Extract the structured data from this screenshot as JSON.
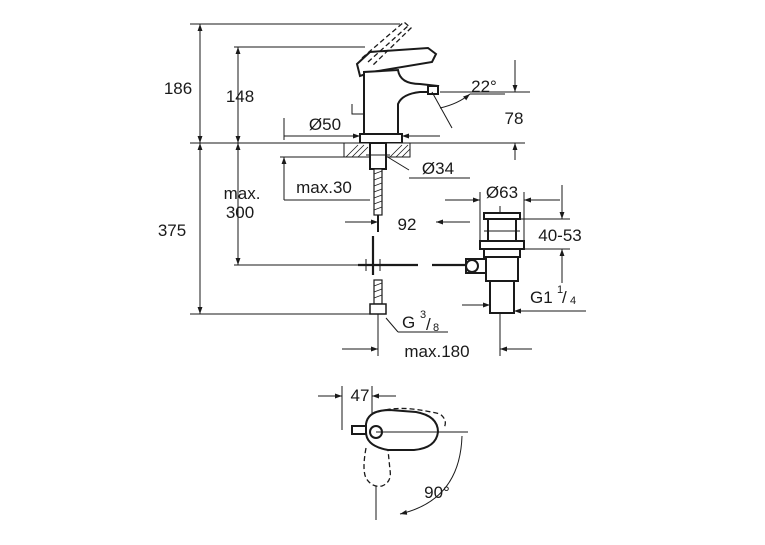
{
  "dimensions": {
    "d186": "186",
    "d148": "148",
    "d22": "22°",
    "d78": "78",
    "d50": "Ø50",
    "d34": "Ø34",
    "max_label": "max.",
    "d300": "300",
    "max30": "max.30",
    "d375": "375",
    "d92": "92",
    "d63": "Ø63",
    "d4053": "40-53",
    "g114_main": "G1",
    "g114_num": "1",
    "g114_den": "4",
    "g38_main": "G",
    "g38_num": "3",
    "g38_den": "8",
    "max180": "max.180",
    "d47": "47",
    "d90": "90°"
  },
  "colors": {
    "line": "#1a1a1a",
    "background": "#ffffff"
  }
}
